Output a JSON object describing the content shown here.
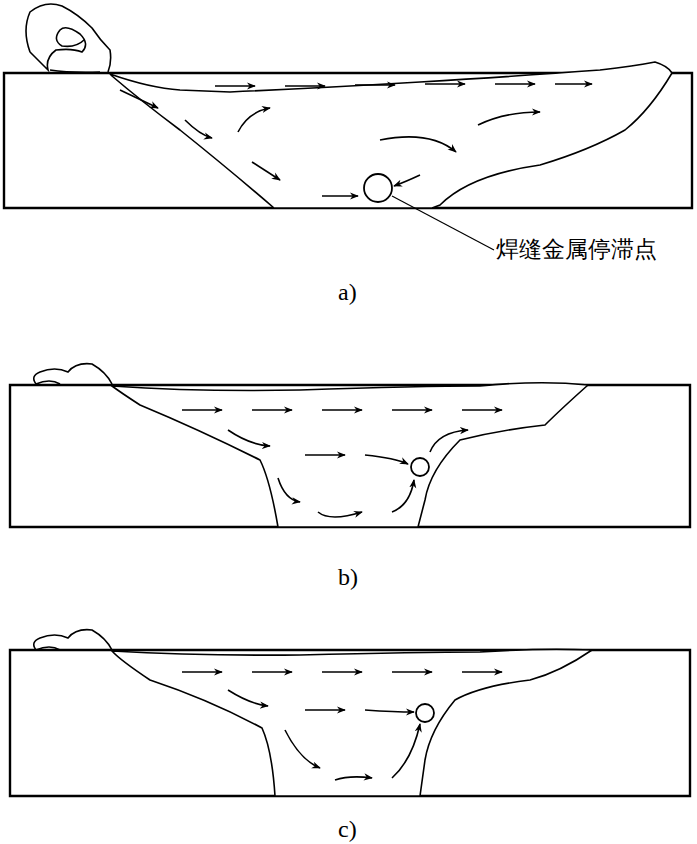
{
  "diagram": {
    "labels": [
      "焊缝金属停滞点",
      "a)",
      "b)",
      "c)"
    ]
  }
}
